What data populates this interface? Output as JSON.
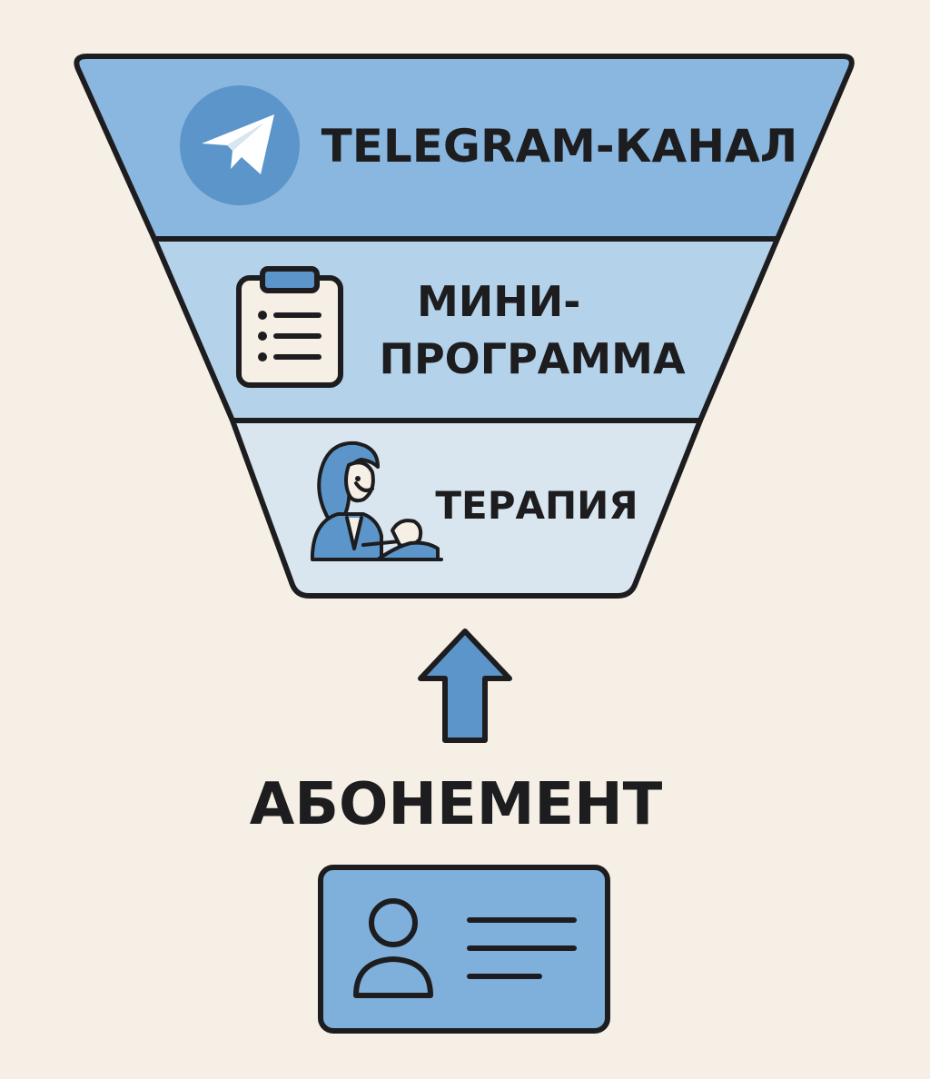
{
  "colors": {
    "background": "#f6efe6",
    "outline": "#1d1d1f",
    "tier_top": "#89b7df",
    "tier_middle": "#b4d2ea",
    "tier_bottom": "#d9e6ef",
    "accent": "#5b95c9",
    "arrow": "#5b95c9",
    "card": "#7fb0dc"
  },
  "funnel": {
    "tiers": [
      {
        "label": "TELEGRAM-КАНАЛ",
        "icon": "telegram-icon"
      },
      {
        "label_line1": "МИНИ-",
        "label_line2": "ПРОГРАММА",
        "icon": "clipboard-checklist-icon"
      },
      {
        "label": "ТЕРАПИЯ",
        "icon": "therapist-with-client-icon"
      }
    ]
  },
  "arrow": {
    "icon": "arrow-up-icon"
  },
  "subscription": {
    "label": "АБОНЕМЕНТ",
    "icon": "id-card-icon"
  }
}
